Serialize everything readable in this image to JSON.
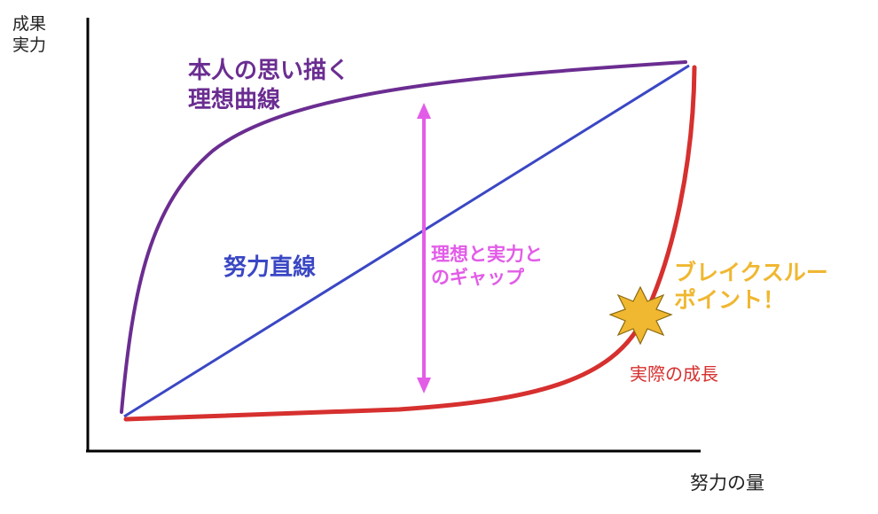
{
  "axes": {
    "y_label": "成果\n実力",
    "x_label": "努力の量"
  },
  "labels": {
    "ideal_curve": "本人の思い描く\n理想曲線",
    "effort_line": "努力直線",
    "gap": "理想と実力と\nのギャップ",
    "actual_growth": "実際の成長",
    "breakthrough": "ブレイクスルー\nポイント！"
  },
  "colors": {
    "ideal_curve": "#6b2d91",
    "effort_line": "#3a47c4",
    "actual_growth": "#d6302f",
    "gap_arrow": "#e25ce8",
    "breakthrough": "#f0b730",
    "axis": "#000000"
  },
  "icons": {
    "breakthrough_burst": "starburst-icon"
  }
}
